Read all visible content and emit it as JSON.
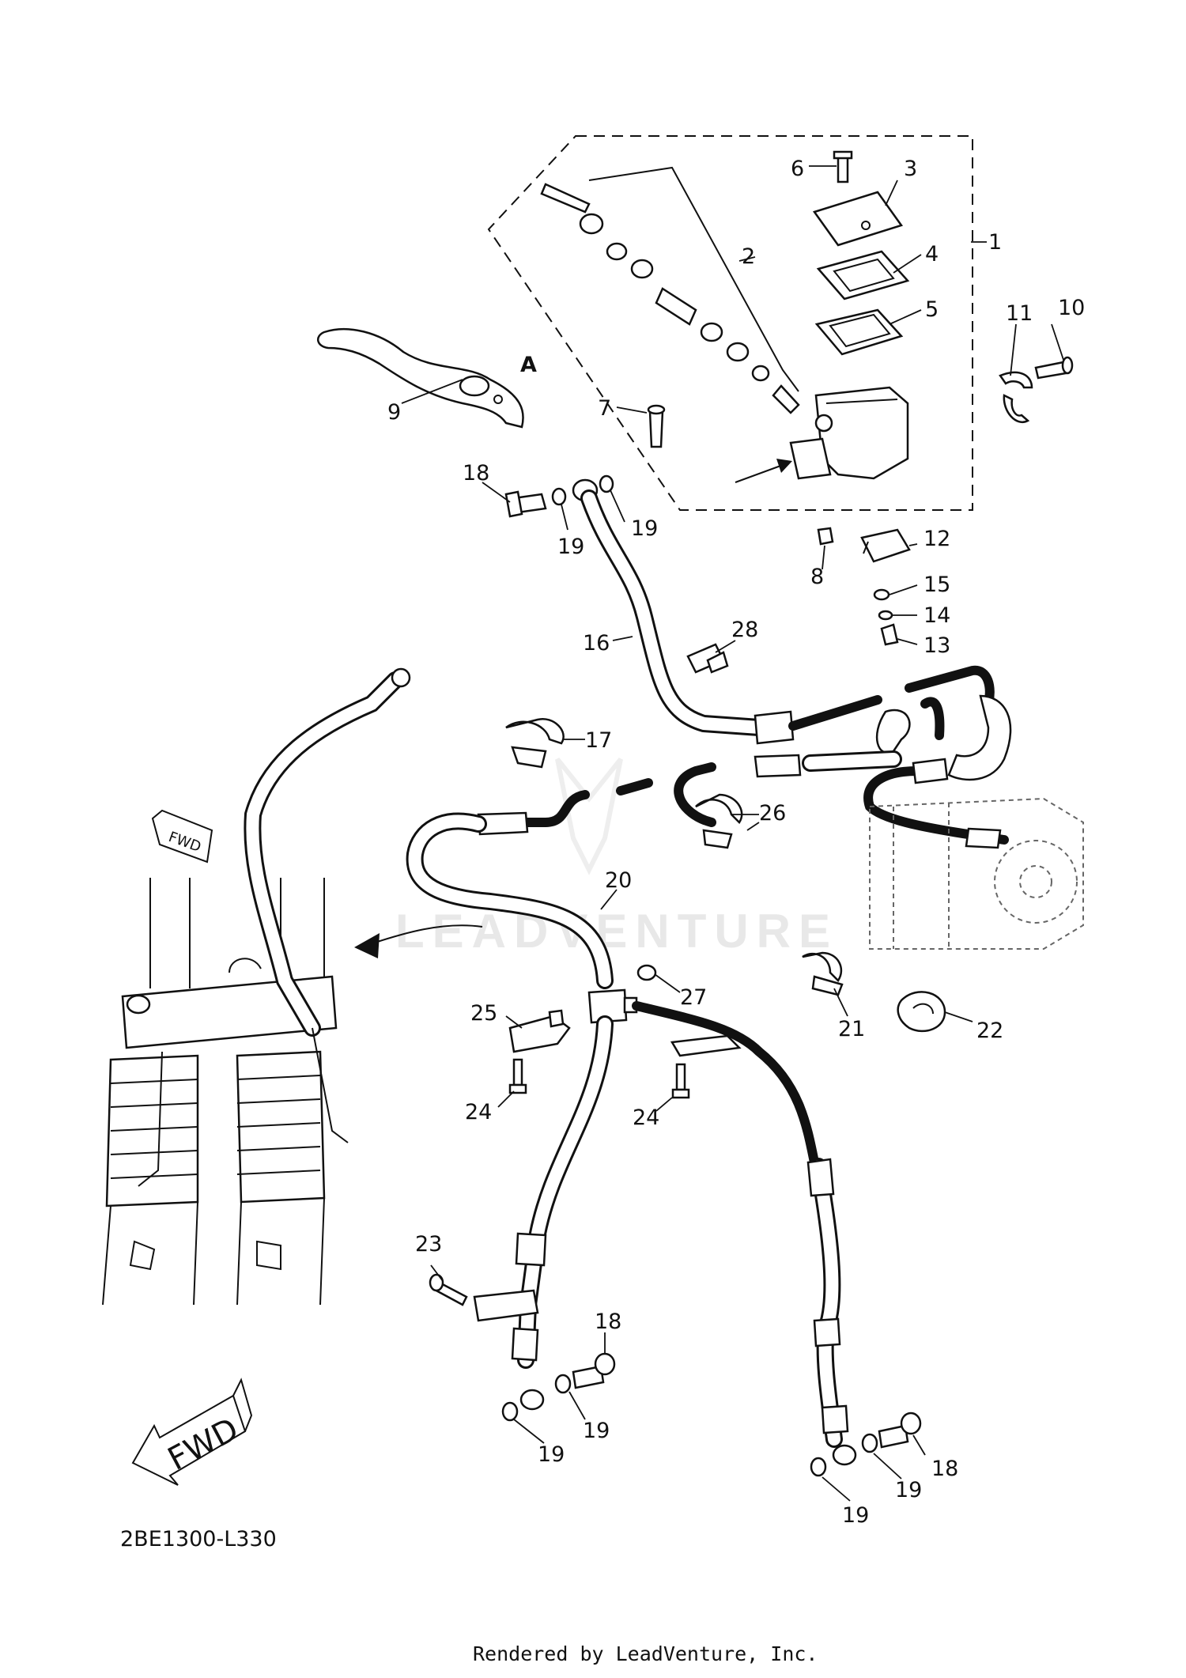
{
  "diagram_code": "2BE1300-L330",
  "footer_text": "Rendered by LeadVenture, Inc.",
  "watermark": "LEADVENTURE",
  "view_letter": "A",
  "fwd_small": "FWD",
  "fwd_large": "FWD",
  "callouts": {
    "c1": "1",
    "c2": "2",
    "c3": "3",
    "c4": "4",
    "c5": "5",
    "c6": "6",
    "c7": "7",
    "c8": "8",
    "c9": "9",
    "c10": "10",
    "c11": "11",
    "c12": "12",
    "c13": "13",
    "c14": "14",
    "c15": "15",
    "c16": "16",
    "c17": "17",
    "c18a": "18",
    "c18b": "18",
    "c18c": "18",
    "c19a": "19",
    "c19b": "19",
    "c19c": "19",
    "c19d": "19",
    "c19e": "19",
    "c19f": "19",
    "c20": "20",
    "c21": "21",
    "c22": "22",
    "c23": "23",
    "c24a": "24",
    "c24b": "24",
    "c25": "25",
    "c26": "26",
    "c27": "27",
    "c28": "28"
  }
}
